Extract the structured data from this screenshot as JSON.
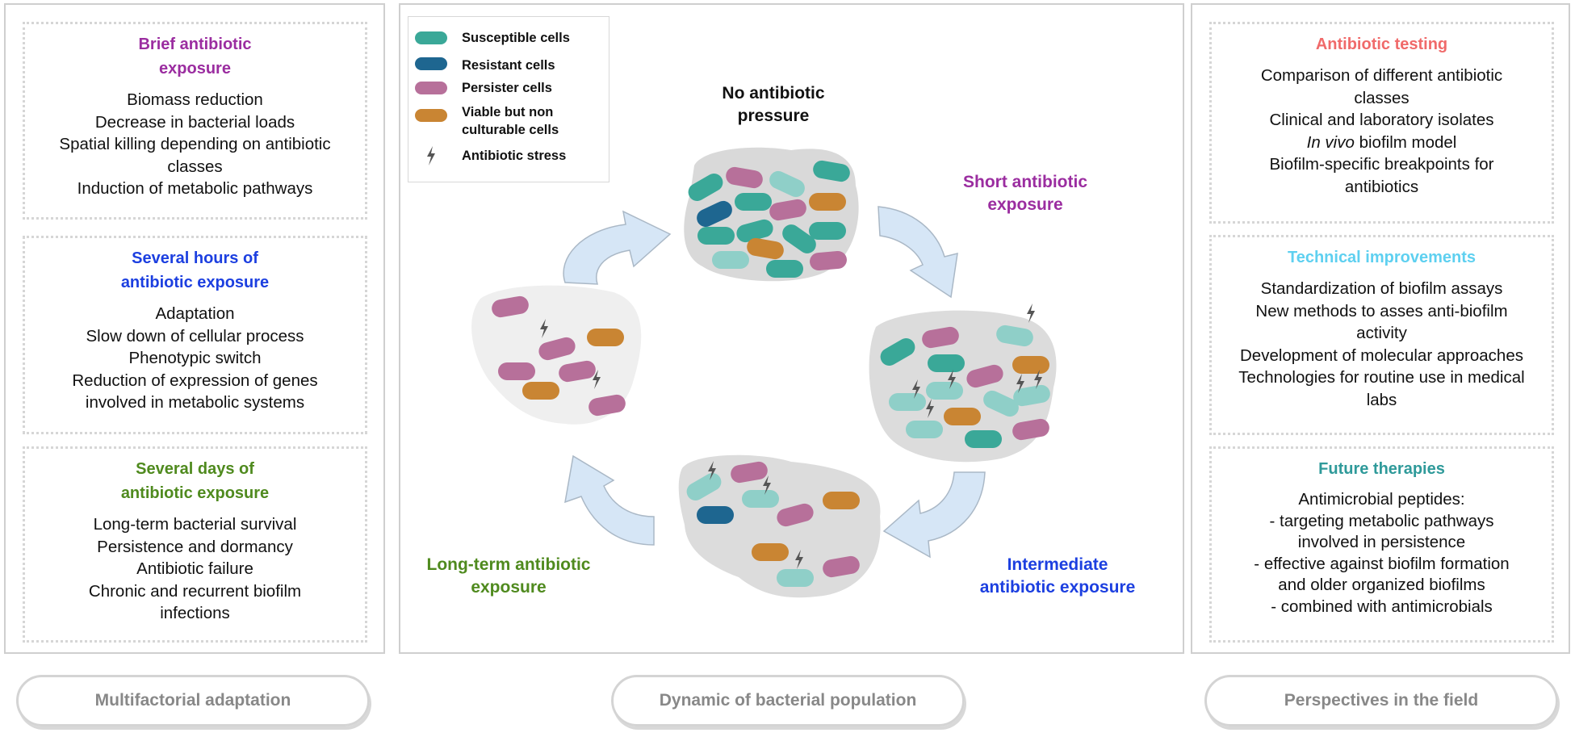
{
  "colors": {
    "susceptible": "#3aa898",
    "susceptible_light": "#8fcfc8",
    "resistant": "#1e6690",
    "persister": "#b7709a",
    "vbnc": "#c98533",
    "arrow_fill": "#d6e6f6",
    "arrow_stroke": "#aab8c6",
    "cluster": "#d8d8d8",
    "brief": "#9b2da0",
    "several_hours": "#1c3fe0",
    "several_days": "#4f8a1e",
    "antibiotic_testing": "#f06a6a",
    "technical": "#5ed0f0",
    "future": "#2f9a9a"
  },
  "left_panel": {
    "boxes": [
      {
        "heading": [
          "Brief antibiotic",
          "exposure"
        ],
        "lines": [
          "Biomass reduction",
          "Decrease in bacterial loads",
          "Spatial killing depending on antibiotic",
          "classes",
          "Induction of metabolic pathways"
        ]
      },
      {
        "heading": [
          "Several hours of",
          "antibiotic exposure"
        ],
        "lines": [
          "Adaptation",
          "Slow down of cellular process",
          "Phenotypic switch",
          "Reduction of expression of genes",
          "involved in metabolic systems"
        ]
      },
      {
        "heading": [
          "Several days of",
          "antibiotic exposure"
        ],
        "lines": [
          "Long-term bacterial survival",
          "Persistence and dormancy",
          "Antibiotic failure",
          "Chronic and recurrent biofilm",
          "infections"
        ]
      }
    ],
    "footer": "Multifactorial adaptation"
  },
  "middle_panel": {
    "legend": [
      {
        "label": "Susceptible cells",
        "icon": "susceptible-cell-icon"
      },
      {
        "label": "Resistant cells",
        "icon": "resistant-cell-icon"
      },
      {
        "label": "Persister cells",
        "icon": "persister-cell-icon"
      },
      {
        "label": "Viable but non",
        "label2": "culturable cells",
        "icon": "vbnc-cell-icon"
      },
      {
        "label": "Antibiotic stress",
        "icon": "lightning-icon"
      }
    ],
    "stages": {
      "no_pressure": [
        "No antibiotic",
        "pressure"
      ],
      "short": [
        "Short antibiotic",
        "exposure"
      ],
      "intermediate": [
        "Intermediate",
        "antibiotic exposure"
      ],
      "long_term": [
        "Long-term antibiotic",
        "exposure"
      ]
    },
    "footer": "Dynamic of bacterial population"
  },
  "right_panel": {
    "boxes": [
      {
        "heading": "Antibiotic testing",
        "lines": [
          "Comparison of different antibiotic",
          "classes",
          "Clinical and laboratory isolates",
          "In vivo biofilm model",
          "Biofilm-specific breakpoints for",
          "antibiotics"
        ]
      },
      {
        "heading": "Technical improvements",
        "lines": [
          "Standardization of biofilm assays",
          "New methods to asses anti-biofilm",
          "activity",
          "Development of molecular approaches",
          "Technologies for routine use in medical",
          "labs"
        ]
      },
      {
        "heading": "Future therapies",
        "lines": [
          "Antimicrobial peptides:",
          "- targeting metabolic pathways",
          "involved in persistence",
          "- effective against biofilm formation",
          "and older organized biofilms",
          "- combined with antimicrobials"
        ]
      }
    ],
    "footer": "Perspectives in the field"
  }
}
